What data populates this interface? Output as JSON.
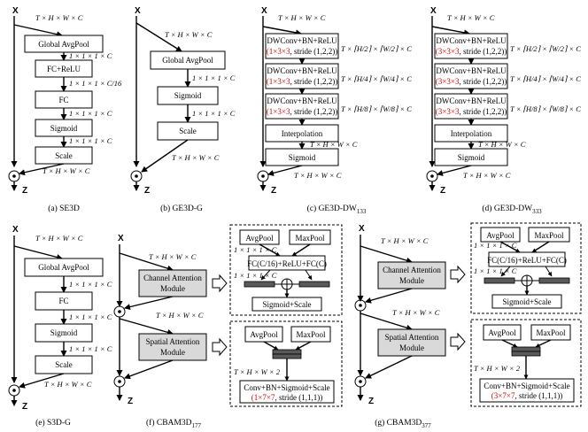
{
  "labels": {
    "x": "X",
    "z": "Z",
    "dim_thwc": "T × H × W × C",
    "dim_111c": "1 × 1 × 1 × C",
    "dim_111c16": "1 × 1 × 1 × C/16",
    "dim_thw2": "T × H × W × 2",
    "dim_h2w2": "T × ⌈H/2⌉ × ⌈W/2⌉ × C",
    "dim_h4w4": "T × ⌈H/4⌉ × ⌈W/4⌉ × C",
    "dim_h8w8": "T × ⌈H/8⌉ × ⌈W/8⌉ × C",
    "dot": "⊙"
  },
  "blocks": {
    "global_avgpool": "Global AvgPool",
    "fc_relu": "FC+ReLU",
    "fc": "FC",
    "sigmoid": "Sigmoid",
    "scale": "Scale",
    "dwconv": "DWConv+BN+ReLU",
    "stride": ", stride (1,2,2))",
    "k133": "(1×3×3",
    "k333": "(3×3×3",
    "interpolation": "Interpolation",
    "channel_attention": "Channel Attention",
    "spatial_attention": "Spatial Attention",
    "module": "Module",
    "avgpool": "AvgPool",
    "maxpool": "MaxPool",
    "fc_chain": "FC(C/16)+ReLU+FC(C)",
    "sigmoid_scale": "Sigmoid+Scale",
    "conv_bn": "Conv+BN+Sigmoid+Scale",
    "k177": "(1×7×7",
    "k377": "(3×7×7",
    "stride1": ", stride (1,1,1))"
  },
  "captions": {
    "a": "(a) SE3D",
    "b": "(b) GE3D-G",
    "c": "(c) GE3D-DW",
    "c_sub": "133",
    "d": "(d) GE3D-DW",
    "d_sub": "333",
    "e": "(e) S3D-G",
    "f": "(f) CBAM3D",
    "f_sub": "177",
    "g": "(g) CBAM3D",
    "g_sub": "377"
  },
  "colors": {
    "kernel_highlight": "#d40000",
    "module_fill": "#d9d9d9",
    "bar_fill": "#595959"
  }
}
